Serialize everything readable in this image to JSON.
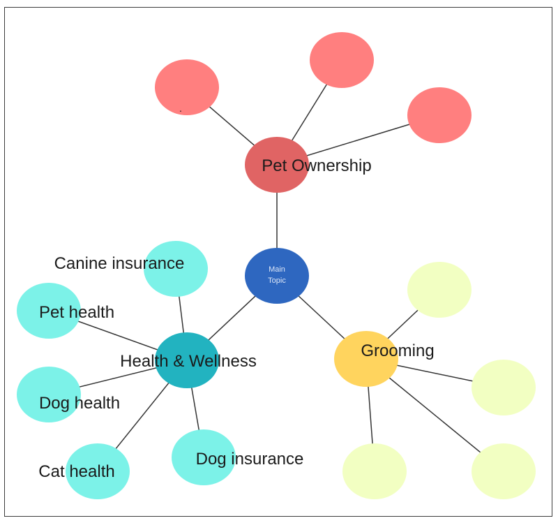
{
  "center": {
    "label_line1": "Main",
    "label_line2": "Topic",
    "color": "#2E67C0",
    "text_color": "#DDE7F7"
  },
  "branches": {
    "pet_ownership": {
      "label": "Pet Ownership",
      "color": "#E06464",
      "child_color": "#FF7F7F",
      "children": [
        "",
        "",
        ""
      ]
    },
    "health_wellness": {
      "label": "Health & Wellness",
      "color": "#22B3C0",
      "child_color": "#7CF2E8",
      "children": [
        "Canine insurance",
        "Pet health",
        "Dog health",
        "Cat health",
        "Dog insurance"
      ]
    },
    "grooming": {
      "label": "Grooming",
      "color": "#FFD45E",
      "child_color": "#F2FFC2",
      "children": [
        "",
        "",
        "",
        ""
      ]
    }
  },
  "line_color": "#333333"
}
